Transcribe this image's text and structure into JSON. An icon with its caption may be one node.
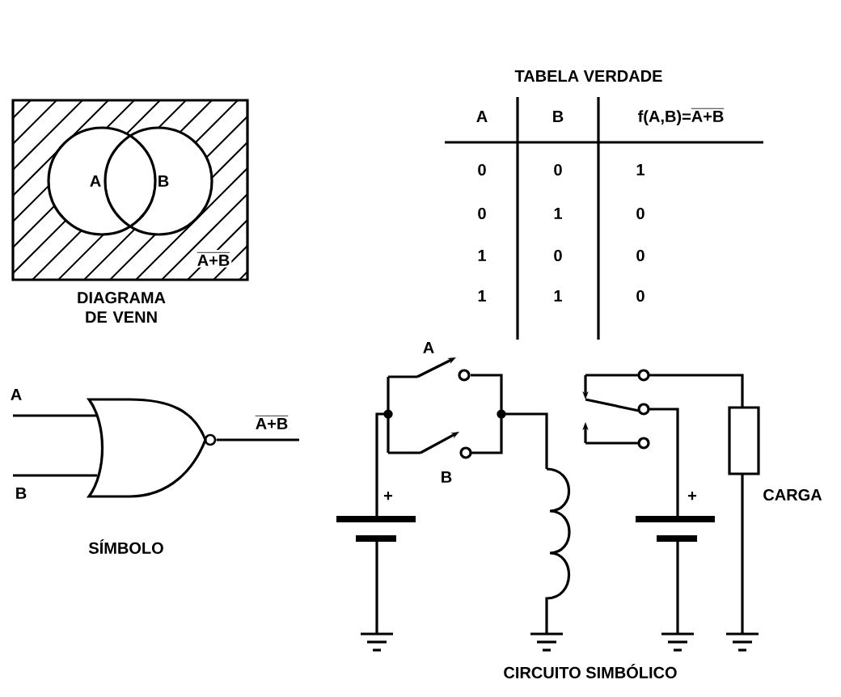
{
  "diagram": {
    "nodes": [
      {
        "text": [
          "A+B"
        ],
        "beside": [
          "DIAGRAMA DE VENN"
        ]
      },
      {
        "text": [
          "A"
        ],
        "in": 0
      },
      {
        "text": [
          "B"
        ],
        "in": 0
      },
      {
        "text": [],
        "shape": "gate",
        "beside": [
          "SÍMBOLO"
        ]
      }
    ],
    "edges": [
      {
        "from": null,
        "to": 3,
        "arrow": "none",
        "label": "A"
      },
      {
        "from": null,
        "to": 3,
        "arrow": "none",
        "label": "B"
      },
      {
        "from": 3,
        "to": null,
        "arrow": "none",
        "label": "A+B"
      }
    ],
    "labels": [
      "TABELA VERDADE",
      "A",
      "B",
      "f(A,B)=",
      "A+B",
      "0",
      "0",
      "1",
      "0",
      "1",
      "0",
      "1",
      "0",
      "0",
      "1",
      "1",
      "0",
      "A",
      "B",
      "+",
      "+",
      "CARGA",
      "CIRCUITO SIMBÓLICO"
    ]
  }
}
